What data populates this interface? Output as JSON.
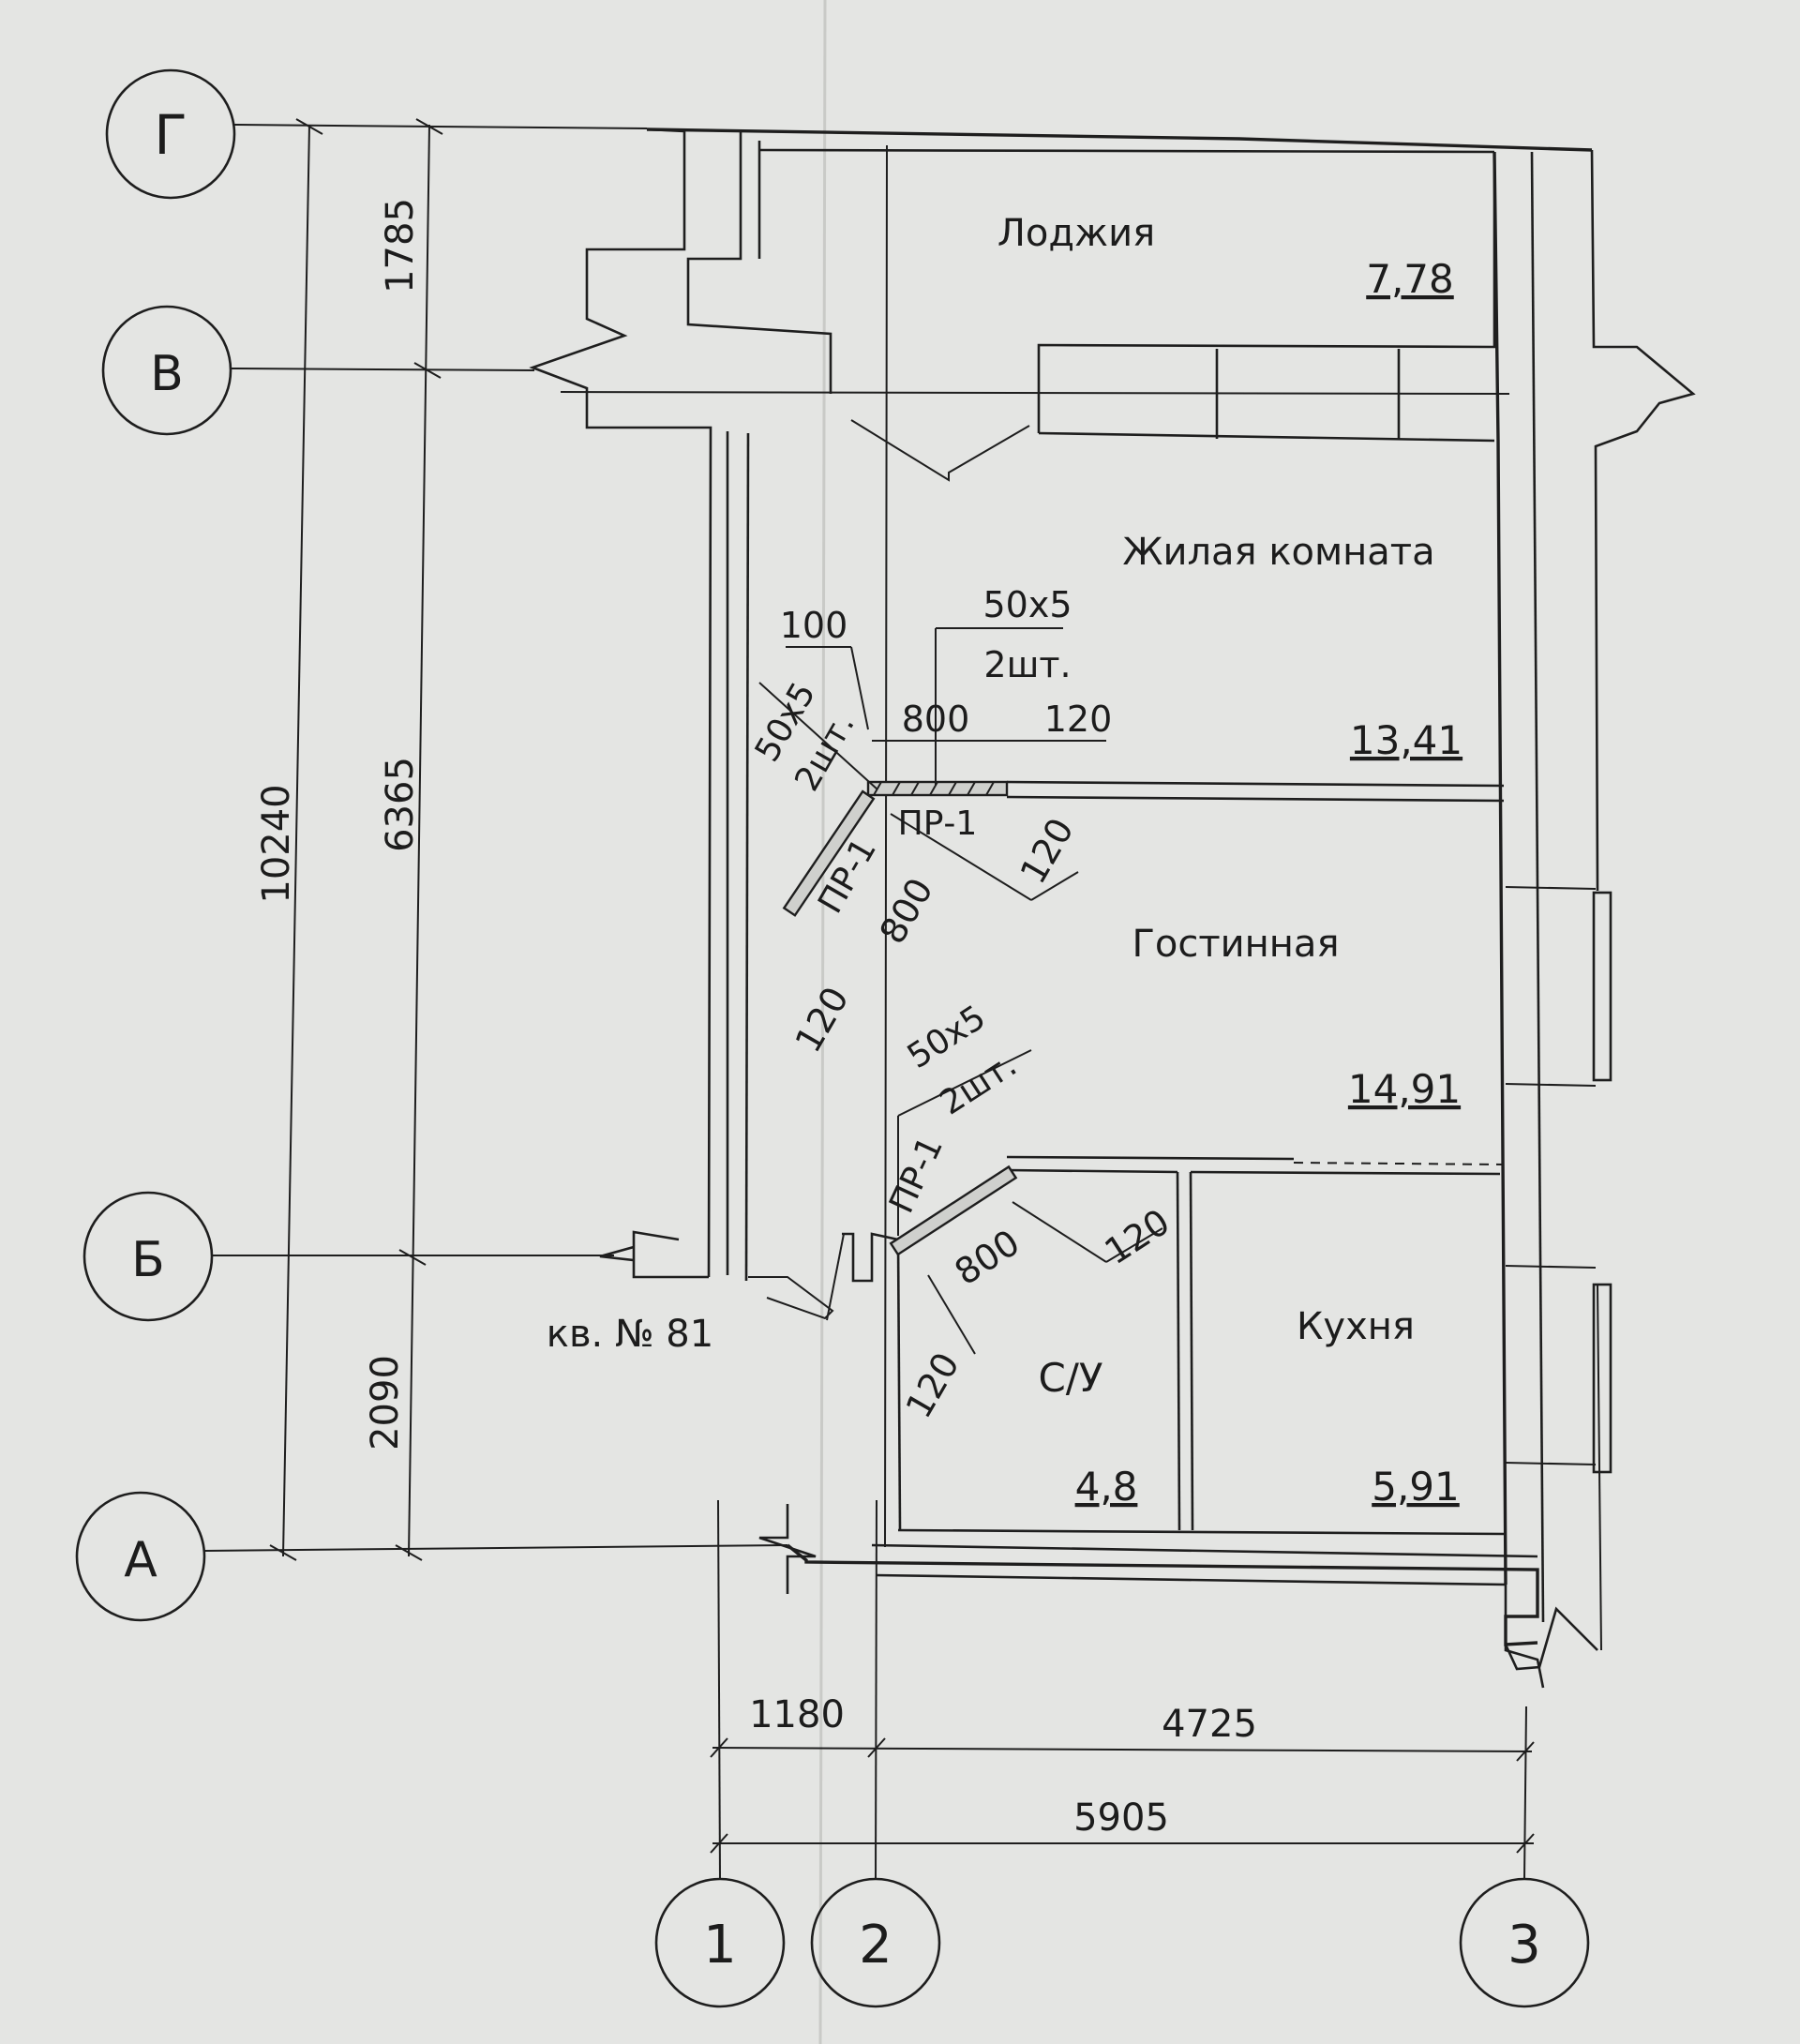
{
  "axes": {
    "rows": [
      "Г",
      "В",
      "Б",
      "А"
    ],
    "cols": [
      "1",
      "2",
      "3"
    ]
  },
  "rooms": {
    "loggia": {
      "name": "Лоджия",
      "area": "7,78"
    },
    "bedroom": {
      "name": "Жилая комната",
      "area": "13,41"
    },
    "living": {
      "name": "Гостинная",
      "area": "14,91"
    },
    "bathroom": {
      "name": "С/У",
      "area": "4,8"
    },
    "kitchen": {
      "name": "Кухня",
      "area": "5,91"
    }
  },
  "apartment_label": "кв. № 81",
  "dimensions": {
    "left_total": "10240",
    "left_top": "1785",
    "left_mid": "6365",
    "left_bottom": "2090",
    "bottom_left": "1180",
    "bottom_right": "4725",
    "bottom_total": "5905"
  },
  "annotations": {
    "a100": "100",
    "profile_a": "50х5",
    "count_a": "2шт.",
    "w800_a": "800",
    "w120_a": "120",
    "profile_b": "50х5",
    "count_b": "2шт.",
    "pr1_a": "ПР-1",
    "pr1_b": "ПР-1",
    "w800_b": "800",
    "w120_b": "120",
    "w120_c": "120",
    "profile_c": "50х5",
    "count_c": "2шт.",
    "pr1_c": "ПР-1",
    "w800_c": "800",
    "w120_d": "120",
    "w120_e": "120"
  }
}
